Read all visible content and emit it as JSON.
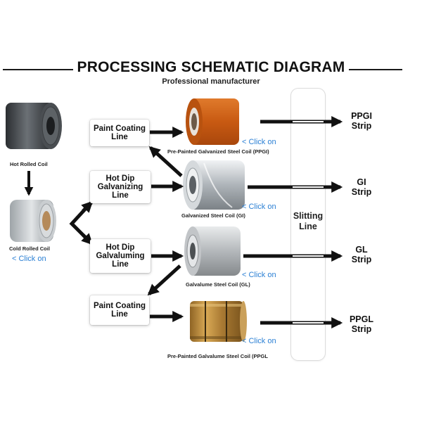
{
  "header": {
    "title": "PROCESSING SCHEMATIC DIAGRAM",
    "subtitle": "Professional manufacturer"
  },
  "raw": {
    "hot_rolled": "Hot Rolled Coil",
    "cold_rolled": "Cold Rolled Coil",
    "cold_link": "< Click on"
  },
  "processes": {
    "paint1": "Paint Coating Line",
    "hdg": "Hot Dip Galvanizing Line",
    "hdgl": "Hot Dip Galvaluming Line",
    "paint2": "Paint Coating Line"
  },
  "products": {
    "ppgi": {
      "caption": "Pre-Painted Galvanized Steel Coil (PPGI)",
      "link": "< Click on"
    },
    "gi": {
      "caption": "Galvanized Steel Coil (GI)",
      "link": "< Click on"
    },
    "gl": {
      "caption": "Galvalume Steel Coil (GL)",
      "link": "< Click on"
    },
    "ppgl": {
      "caption": "Pre-Painted Galvalume Steel Coil (PPGL",
      "link": "< Click on"
    }
  },
  "slitting": {
    "line1": "Slitting",
    "line2": "Line"
  },
  "outputs": {
    "ppgi": {
      "line1": "PPGI",
      "line2": "Strip"
    },
    "gi": {
      "line1": "GI",
      "line2": "Strip"
    },
    "gl": {
      "line1": "GL",
      "line2": "Strip"
    },
    "ppgl": {
      "line1": "PPGL",
      "line2": "Strip"
    }
  },
  "colors": {
    "arrow": "#111111",
    "link": "#2a7fd4",
    "ppgi_coil": "#d7671e",
    "gi_coil": "#c9ced3",
    "gl_coil": "#b9bcbf",
    "ppgl_coil": "#b98a3c",
    "hot_coil": "#3a3d40"
  },
  "icons": [
    "hot-rolled-coil-icon",
    "cold-rolled-coil-icon",
    "ppgi-coil-icon",
    "gi-coil-icon",
    "gl-coil-icon",
    "ppgl-coil-icon"
  ]
}
